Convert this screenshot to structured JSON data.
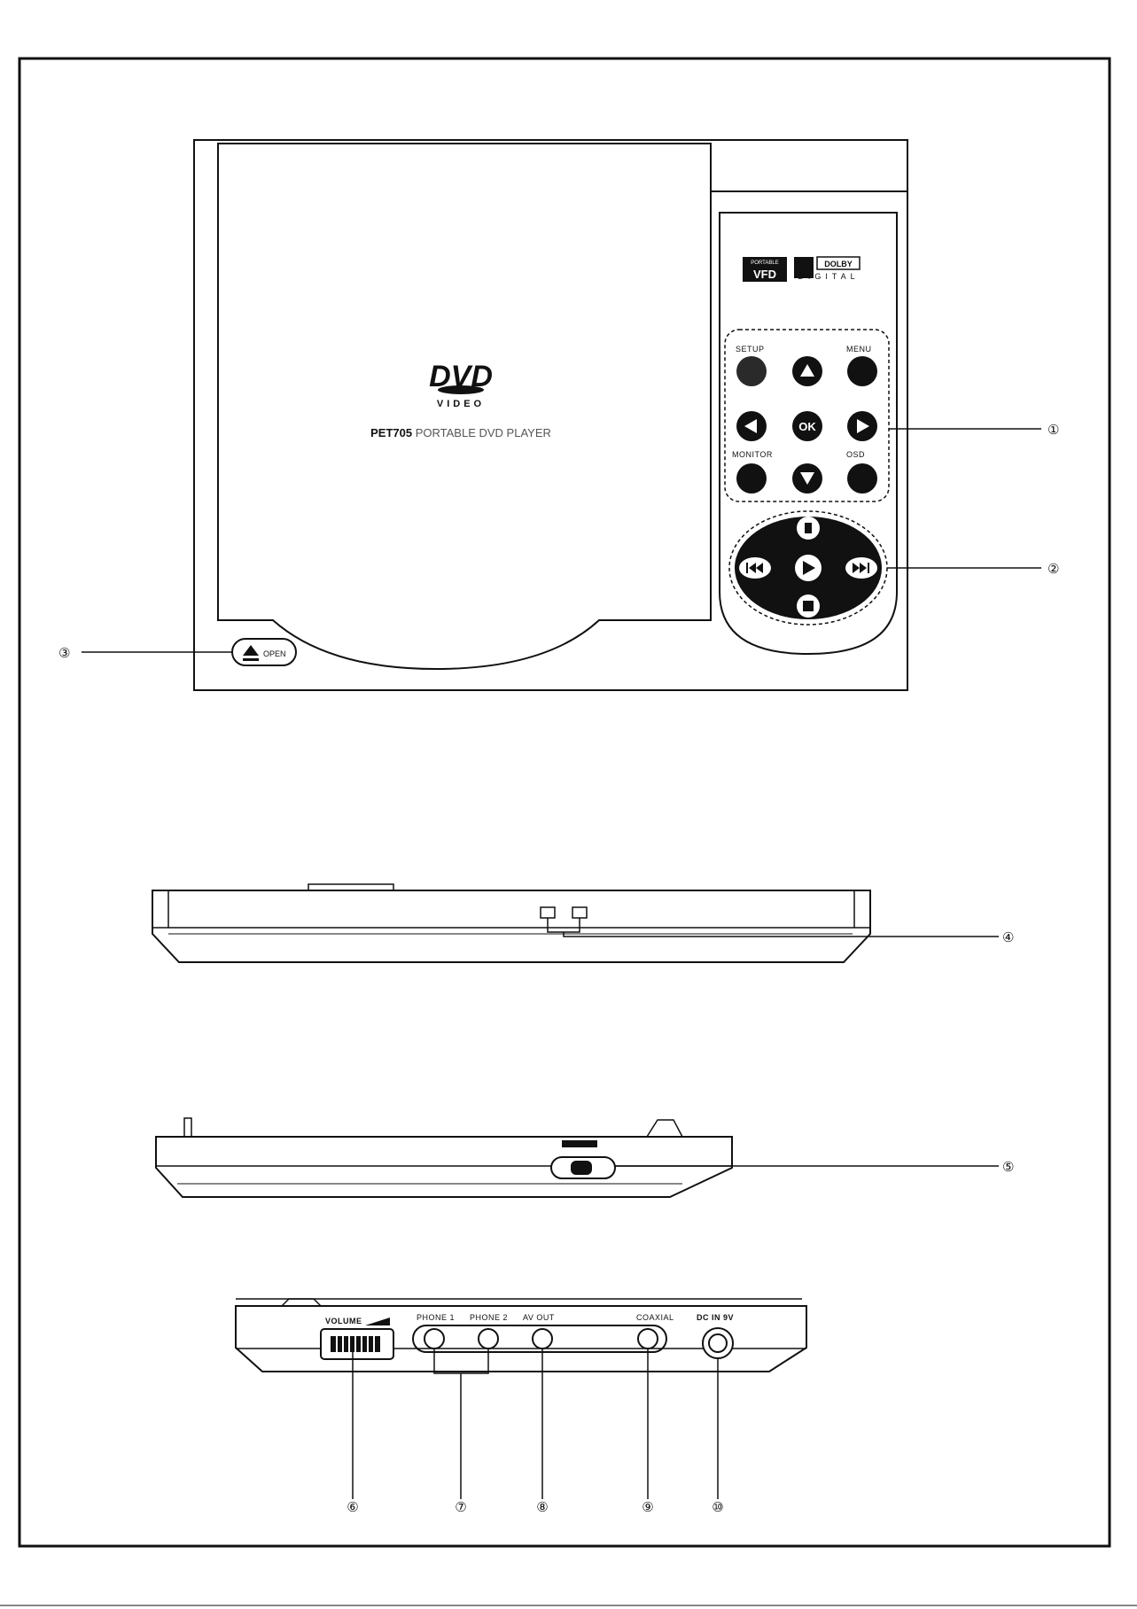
{
  "device": {
    "brand_logo": "DVD",
    "brand_logo_sub": "VIDEO",
    "model": "PET705",
    "model_suffix": "PORTABLE DVD PLAYER",
    "open_button": "OPEN",
    "vfd_badge_top": "PORTABLE",
    "vfd_badge": "VFD",
    "dolby_badge": "DOLBY",
    "dolby_badge_sub": "DIGITAL"
  },
  "control_panel": {
    "setup": "SETUP",
    "menu": "MENU",
    "monitor": "MONITOR",
    "osd": "OSD",
    "ok": "OK"
  },
  "side_panel": {
    "volume": "VOLUME",
    "phone1": "PHONE 1",
    "phone2": "PHONE 2",
    "av_out": "AV OUT",
    "coaxial": "COAXIAL",
    "dc_in": "DC IN 9V"
  },
  "callouts": {
    "c1": "①",
    "c2": "②",
    "c3": "③",
    "c4": "④",
    "c5": "⑤",
    "c6": "⑥",
    "c7": "⑦",
    "c8": "⑧",
    "c9": "⑨",
    "c10": "⑩"
  },
  "icons": {
    "up": "triangle-up-icon",
    "down": "triangle-down-icon",
    "left": "triangle-left-icon",
    "right": "triangle-right-icon",
    "play": "play-icon",
    "pause": "pause-icon",
    "stop": "stop-icon",
    "prev": "previous-icon",
    "next": "next-icon",
    "eject": "eject-icon"
  },
  "colors": {
    "ink": "#111111",
    "paper": "#ffffff",
    "grey_button": "#2a2a2a"
  }
}
